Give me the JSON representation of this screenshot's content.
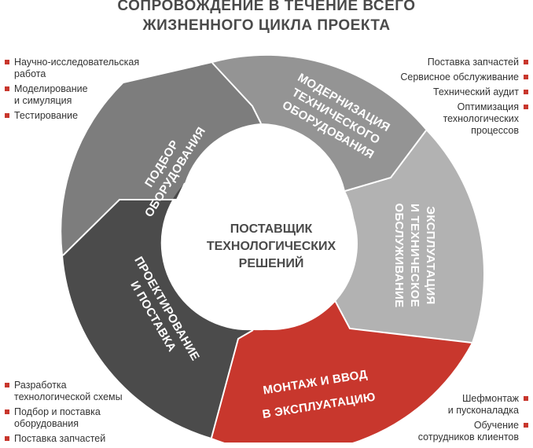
{
  "title": {
    "line1": "СОПРОВОЖДЕНИЕ В ТЕЧЕНИЕ ВСЕГО",
    "line2": "ЖИЗНЕННОГО ЦИКЛА ПРОЕКТА"
  },
  "center": {
    "line1": "ПОСТАВЩИК",
    "line2": "ТЕХНОЛОГИЧЕСКИХ",
    "line3": "РЕШЕНИЙ"
  },
  "segments": {
    "selection": {
      "line1": "ПОДБОР",
      "line2": "ОБОРУДОВАНИЯ"
    },
    "modernization": {
      "line1": "МОДЕРНИЗАЦИЯ",
      "line2": "ТЕХНИЧЕСКОГО",
      "line3": "ОБОРУДОВАНИЯ"
    },
    "operation": {
      "line1": "ЭКСПЛУАТАЦИЯ",
      "line2": "И ТЕХНИЧЕСКОЕ",
      "line3": "ОБСЛУЖИВАНИЕ"
    },
    "installation": {
      "line1": "МОНТАЖ И ВВОД",
      "line2": "В ЭКСПЛУАТАЦИЮ"
    },
    "design": {
      "line1": "ПРОЕКТИРОВАНИЕ",
      "line2": "И ПОСТАВКА"
    }
  },
  "lists": {
    "top_left": [
      {
        "l1": "Научно-исследовательская",
        "l2": "работа"
      },
      {
        "l1": "Моделирование",
        "l2": "и симуляция"
      },
      {
        "l1": "Тестирование",
        "l2": ""
      }
    ],
    "top_right": [
      {
        "l1": "Поставка запчастей",
        "l2": "",
        "l3": ""
      },
      {
        "l1": "Сервисное обслуживание",
        "l2": "",
        "l3": ""
      },
      {
        "l1": "Технический аудит",
        "l2": "",
        "l3": ""
      },
      {
        "l1": "Оптимизация",
        "l2": "технологических",
        "l3": "процессов"
      }
    ],
    "bottom_left": [
      {
        "l1": "Разработка",
        "l2": "технологической схемы"
      },
      {
        "l1": "Подбор и поставка",
        "l2": "оборудования"
      },
      {
        "l1": "Поставка запчастей",
        "l2": ""
      }
    ],
    "bottom_right": [
      {
        "l1": "Шефмонтаж",
        "l2": "и пусконаладка"
      },
      {
        "l1": "Обучение",
        "l2": "сотрудников клиентов"
      }
    ]
  },
  "colors": {
    "selection": "#7d7d7d",
    "modernization": "#949494",
    "operation": "#b2b2b2",
    "installation": "#c8372d",
    "design": "#4b4b4b",
    "accent": "#c8372d"
  }
}
